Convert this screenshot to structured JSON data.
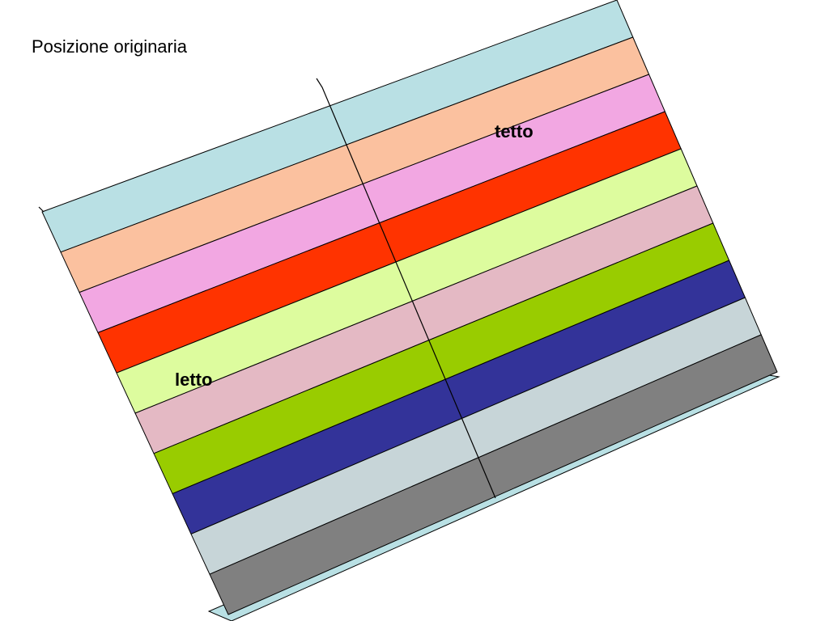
{
  "title": "Posizione originaria",
  "labels": {
    "top": "tetto",
    "bottom": "letto"
  },
  "colors": {
    "shadow": "#b9e0e4",
    "outline": "#000000"
  },
  "layers": [
    {
      "color": "#b9e0e4"
    },
    {
      "color": "#fbc19f"
    },
    {
      "color": "#f2a7e2"
    },
    {
      "color": "#ff3300"
    },
    {
      "color": "#ddfc9e"
    },
    {
      "color": "#e4b9c4"
    },
    {
      "color": "#99cc00"
    },
    {
      "color": "#333399"
    },
    {
      "color": "#c7d5d8"
    },
    {
      "color": "#808080"
    }
  ]
}
